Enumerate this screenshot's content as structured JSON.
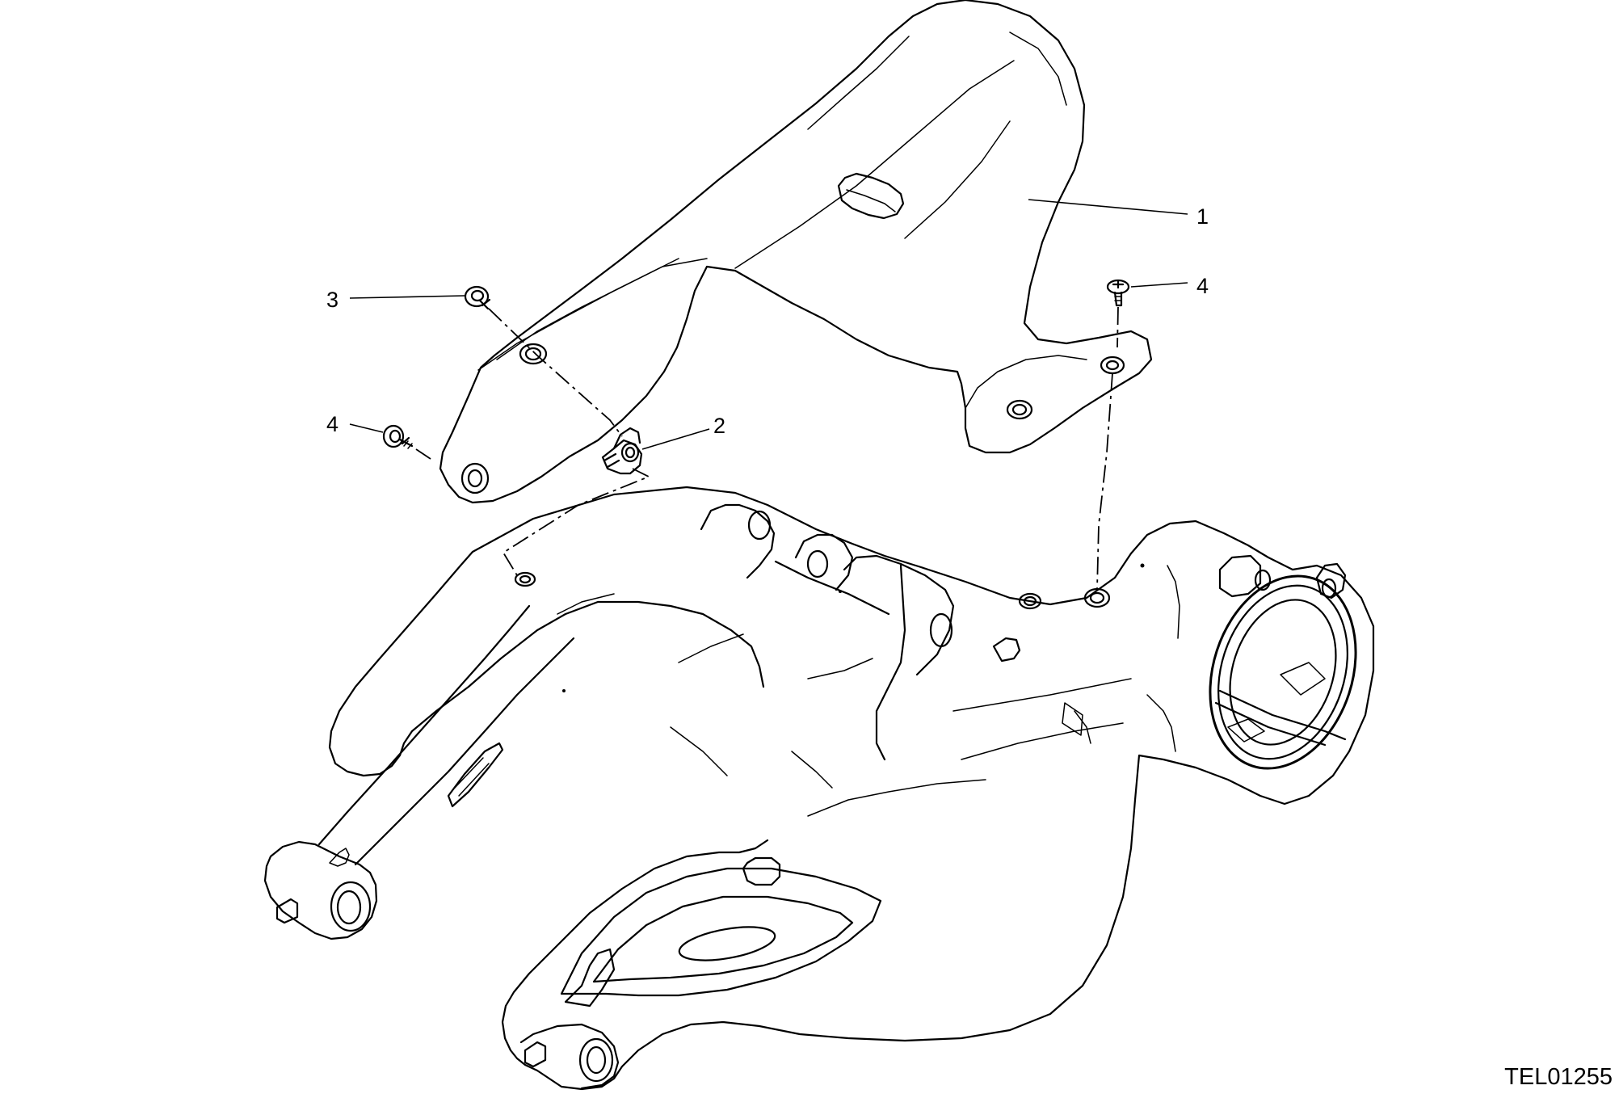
{
  "callouts": {
    "part_1": "1",
    "part_2": "2",
    "part_3": "3",
    "part_4_left": "4",
    "part_4_right": "4"
  },
  "drawing_code": "TEL01255",
  "colors": {
    "ink": "#000000",
    "background": "#ffffff"
  }
}
